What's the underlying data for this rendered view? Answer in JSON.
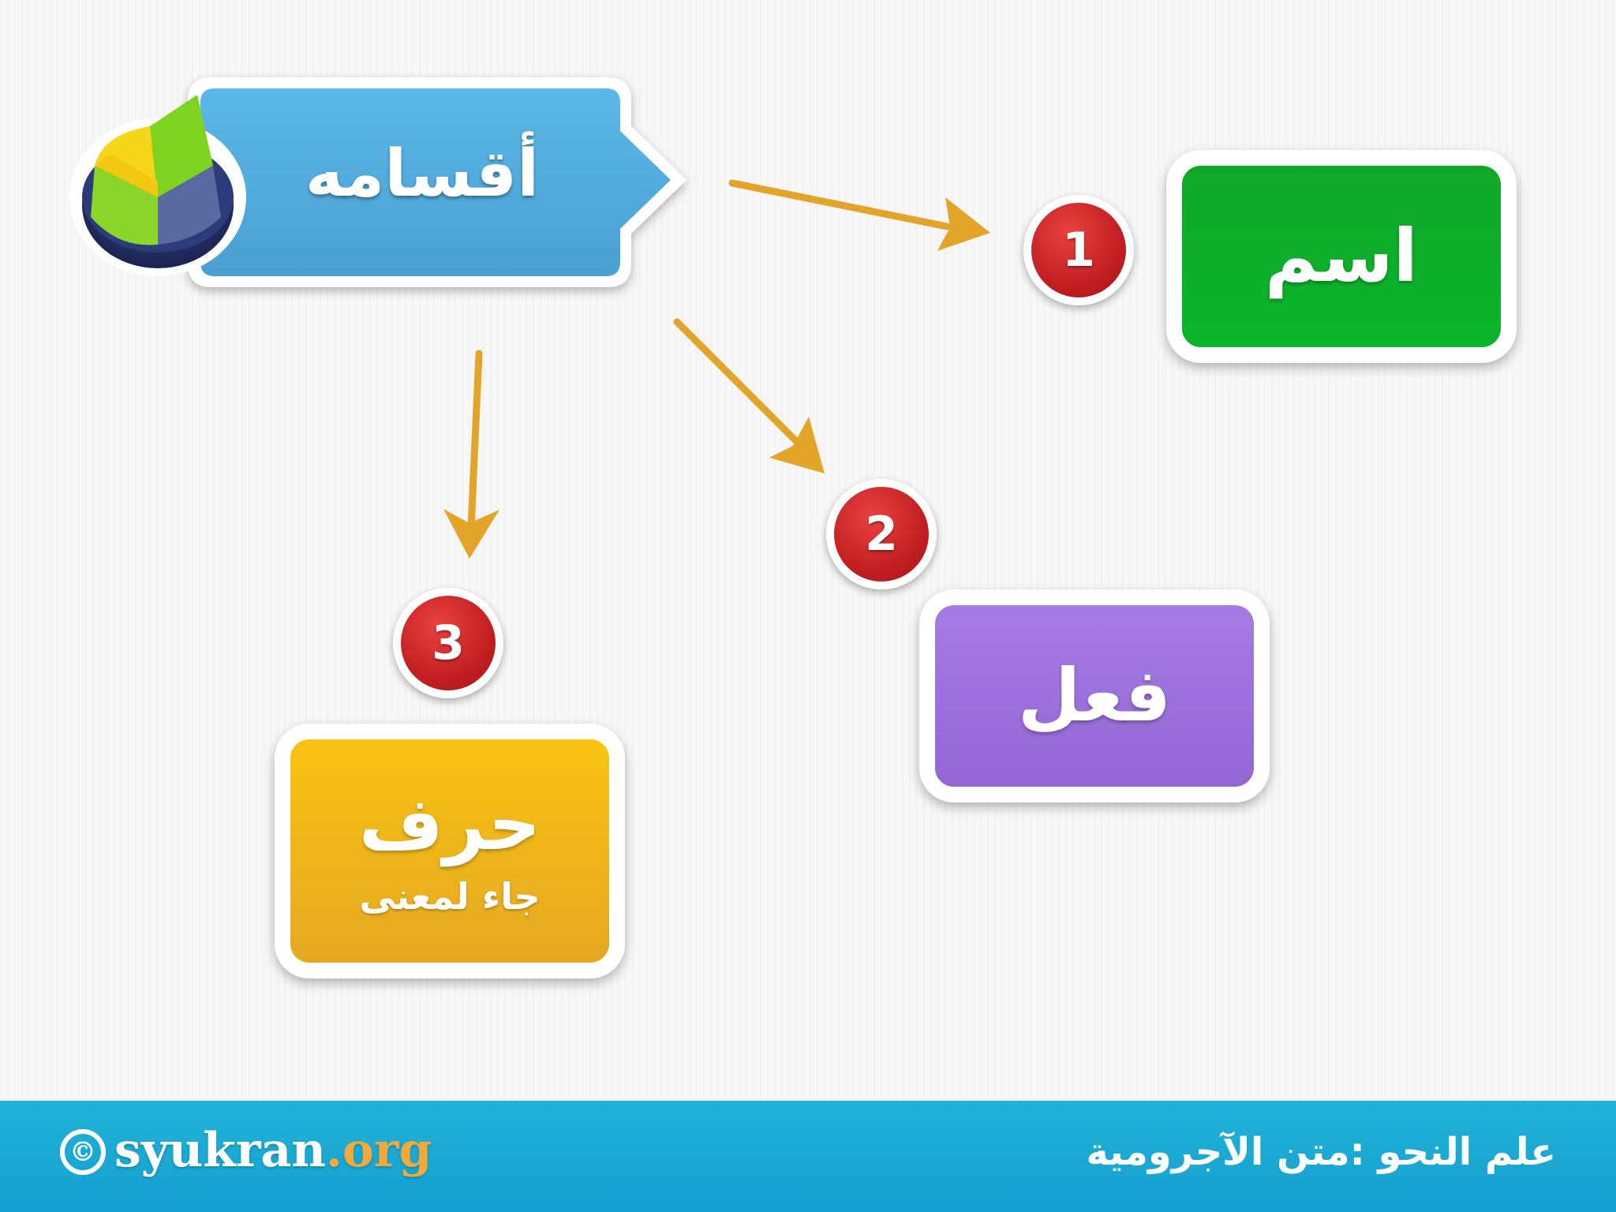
{
  "heading": {
    "label": "أقسامه",
    "icon": "pie-chart-icon"
  },
  "categories": [
    {
      "number": "1",
      "title": "اسم",
      "color": "#0aaf2a"
    },
    {
      "number": "2",
      "title": "فعل",
      "color": "#9e72df"
    },
    {
      "number": "3",
      "title": "حرف",
      "subtitle": "جاء لمعنى",
      "color": "#f2b51a"
    }
  ],
  "colors": {
    "arrow": "#e3a42a",
    "badge": "#c41f22",
    "callout": "#55aee0",
    "footer": "#1aa8d3"
  },
  "footer": {
    "copyright_symbol": "©",
    "brand_name": "syukran",
    "brand_tld": ".org",
    "title": "علم النحو :متن الآجرومية"
  }
}
